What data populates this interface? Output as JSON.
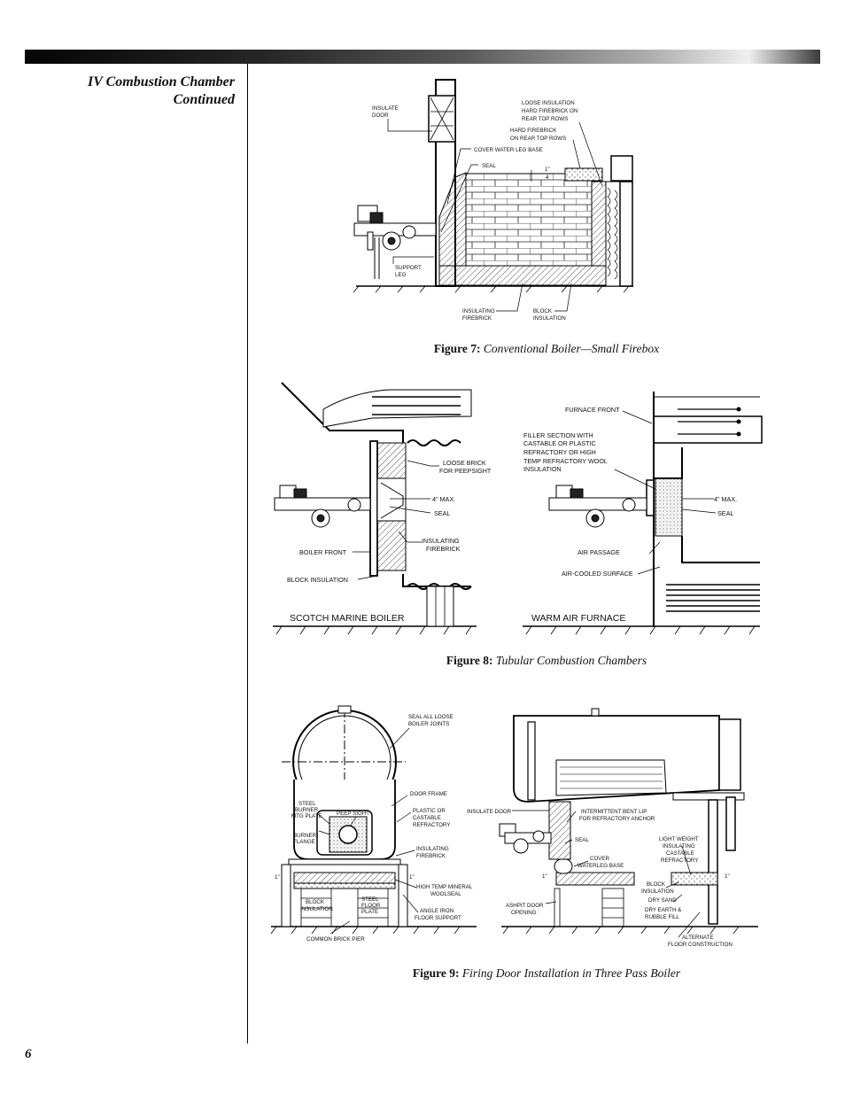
{
  "section": {
    "title_line1": "IV Combustion Chamber",
    "title_line2": "Continued"
  },
  "page_number": "6",
  "figure7": {
    "label": "Figure 7:",
    "caption": "Conventional Boiler—Small Firebox",
    "callouts": {
      "insulate_door_1": "INSULATE",
      "insulate_door_2": "DOOR",
      "loose_insulation_1": "LOOSE  INSULATION",
      "loose_insulation_2": "HARD  FIREBRICK ON",
      "loose_insulation_3": "REAR  TOP  ROWS",
      "hard_firebrick_1": "HARD  FIREBRICK",
      "hard_firebrick_2": "ON  REAR  TOP  ROWS",
      "cover_water_leg": "COVER  WATER  LEG  BASE",
      "seal": "SEAL",
      "quarter_num": "1\"",
      "quarter_den": "4",
      "support_leg_1": "SUPPORT",
      "support_leg_2": "LEG",
      "insulating_firebrick_1": "INSULATING",
      "insulating_firebrick_2": "FIREBRICK",
      "block_insulation_1": "BLOCK",
      "block_insulation_2": "INSULATION"
    }
  },
  "figure8": {
    "label": "Figure 8:",
    "caption": "Tubular Combustion Chambers",
    "scotch": {
      "title": "SCOTCH  MARINE  BOILER",
      "loose_brick_1": "LOOSE  BRICK",
      "loose_brick_2": "FOR  PEEPSIGHT",
      "max": "4\" MAX.",
      "seal": "SEAL",
      "insulating_firebrick_1": "INSULATING",
      "insulating_firebrick_2": "FIREBRICK",
      "boiler_front": "BOILER  FRONT",
      "block_insulation": "BLOCK  INSULATION"
    },
    "warm_air": {
      "title": "WARM  AIR  FURNACE",
      "furnace_front": "FURNACE  FRONT",
      "filler_1": "FILLER  SECTION  WITH",
      "filler_2": "CASTABLE  OR  PLASTIC",
      "filler_3": "REFRACTORY  OR  HIGH",
      "filler_4": "TEMP  REFRACTORY  WOOL",
      "filler_5": "INSULATION",
      "max": "4\" MAX.",
      "seal": "SEAL",
      "air_passage": "AIR  PASSAGE",
      "air_cooled": "AIR-COOLED  SURFACE"
    }
  },
  "figure9": {
    "label": "Figure 9:",
    "caption": "Firing Door Installation in Three Pass Boiler",
    "left": {
      "seal_all_1": "SEAL ALL LOOSE",
      "seal_all_2": "BOILER  JOINTS",
      "door_frame": "DOOR FRAME",
      "plastic_1": "PLASTIC OR",
      "plastic_2": "CASTABLE",
      "plastic_3": "REFRACTORY",
      "insulating_1": "INSULATING",
      "insulating_2": "FIREBRICK",
      "high_temp_1": "HIGH TEMP MINERAL",
      "high_temp_2": "WOOLSEAL",
      "angle_iron_1": "ANGLE IRON",
      "angle_iron_2": "FLOOR SUPPORT",
      "steel_floor_1": "STEEL",
      "steel_floor_2": "FLOOR",
      "steel_floor_3": "PLATE",
      "block_ins_1": "BLOCK",
      "block_ins_2": "INSULATION",
      "common_brick": "COMMON  BRICK  PIER",
      "steel_burner_1": "STEEL",
      "steel_burner_2": "BURNER",
      "steel_burner_3": "MTG PLATE",
      "peep_sight": "PEEP SIGHT",
      "burner_flange_1": "BURNER",
      "burner_flange_2": "FLANGE",
      "one_inch_a": "1\"",
      "one_inch_b": "1\""
    },
    "right": {
      "insulate_door": "INSULATE DOOR",
      "intermittent_1": "INTERMITTENT  BENT  LIP",
      "intermittent_2": "FOR REFRACTORY ANCHOR",
      "seal": "SEAL",
      "cover_1": "COVER",
      "cover_2": "WATERLEG BASE",
      "light_weight_1": "LIGHT  WEIGHT",
      "light_weight_2": "INSULATING",
      "light_weight_3": "CASTABLE",
      "light_weight_4": "REFRACTORY",
      "block_ins_1": "BLOCK",
      "block_ins_2": "INSULATION",
      "dry_sand": "DRY SAND",
      "dry_earth_1": "DRY EARTH &",
      "dry_earth_2": "RUBBLE  FILL",
      "ashpit_1": "ASHPIT DOOR",
      "ashpit_2": "OPENING",
      "alternate_1": "ALTERNATE",
      "alternate_2": "FLOOR CONSTRUCTION",
      "one_inch_a": "1\"",
      "one_inch_b": "1\""
    }
  }
}
